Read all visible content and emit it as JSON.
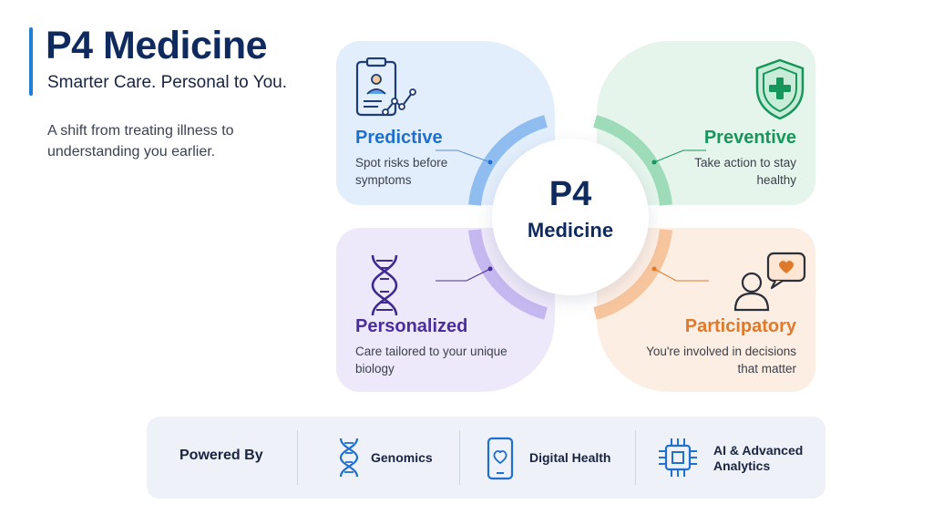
{
  "header": {
    "title": "P4 Medicine",
    "subtitle": "Smarter Care. Personal to You.",
    "intro": "A shift from treating illness to understanding you earlier."
  },
  "hub": {
    "line1": "P4",
    "line2": "Medicine"
  },
  "quadrants": [
    {
      "title": "Predictive",
      "desc": "Spot risks before symptoms",
      "color": "#1f6fcf",
      "icon": "clipboard-chart-icon"
    },
    {
      "title": "Preventive",
      "desc": "Take action to stay healthy",
      "color": "#16965a",
      "icon": "shield-cross-icon"
    },
    {
      "title": "Personalized",
      "desc": "Care tailored to your unique biology",
      "color": "#4a2e9b",
      "icon": "dna-icon"
    },
    {
      "title": "Participatory",
      "desc": "You're involved in decisions that matter",
      "color": "#e07a2b",
      "icon": "person-heart-chat-icon"
    }
  ],
  "powered_by": {
    "label": "Powered By",
    "items": [
      {
        "label": "Genomics",
        "icon": "dna-icon"
      },
      {
        "label": "Digital Health",
        "icon": "phone-heart-icon"
      },
      {
        "label": "AI & Advanced Analytics",
        "icon": "chip-icon"
      }
    ]
  }
}
